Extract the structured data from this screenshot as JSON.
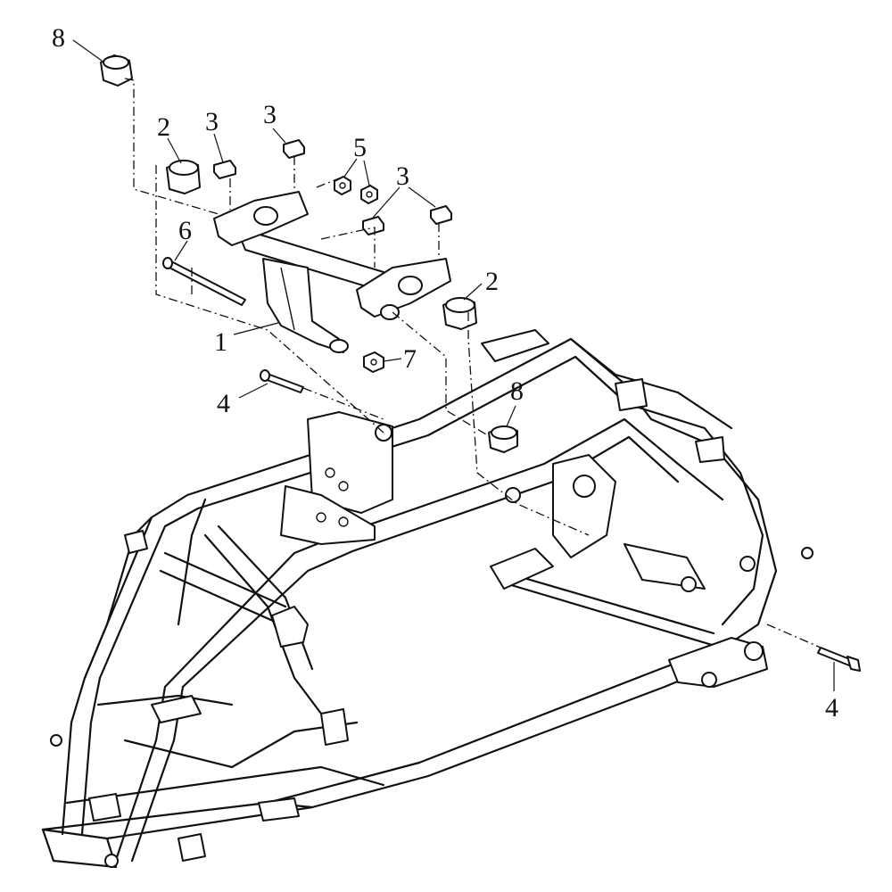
{
  "diagram": {
    "callouts": [
      "8",
      "2",
      "3",
      "3",
      "5",
      "3",
      "6",
      "2",
      "1",
      "7",
      "4",
      "8",
      "4"
    ]
  },
  "colors": {
    "line": "#111111",
    "background": "#ffffff"
  }
}
